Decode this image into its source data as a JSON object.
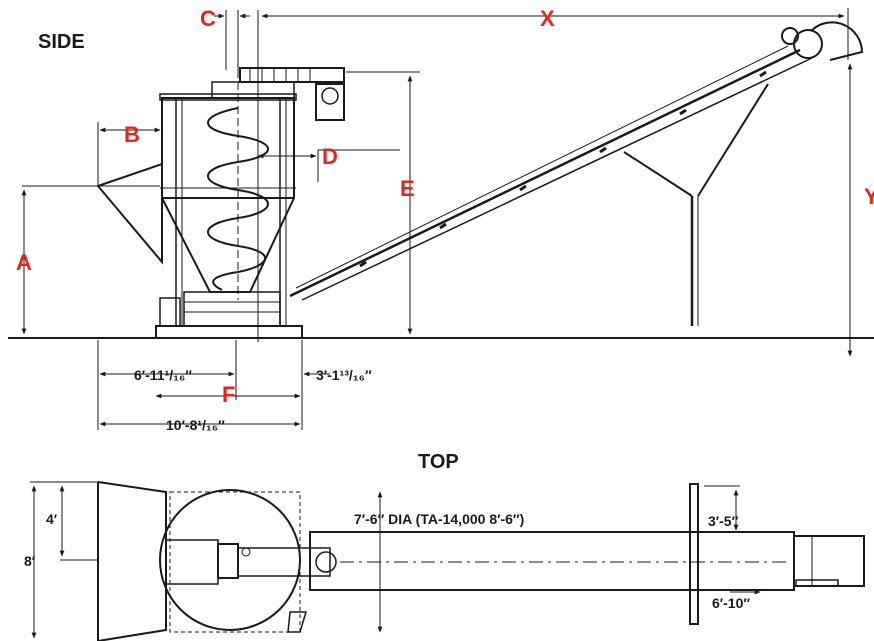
{
  "views": {
    "side_title": "SIDE",
    "top_title": "TOP"
  },
  "labels": {
    "a": "A",
    "b": "B",
    "c": "C",
    "d": "D",
    "e": "E",
    "f": "F",
    "x": "X",
    "y": "Y"
  },
  "dimensions": {
    "side_left": "6′-11¹/₁₆″",
    "side_right": "3′-1¹³/₁₆″",
    "side_total": "10′-8¹/₁₆″",
    "top_half_width": "4′",
    "top_width": "8′",
    "tank_diameter": "7′-6″ DIA (TA-14,000 8′-6″)",
    "conveyor_offset": "3′-5″",
    "conveyor_width": "6′-10″"
  },
  "colors": {
    "label_red": "#e52421",
    "line": "#1a1a1a"
  }
}
